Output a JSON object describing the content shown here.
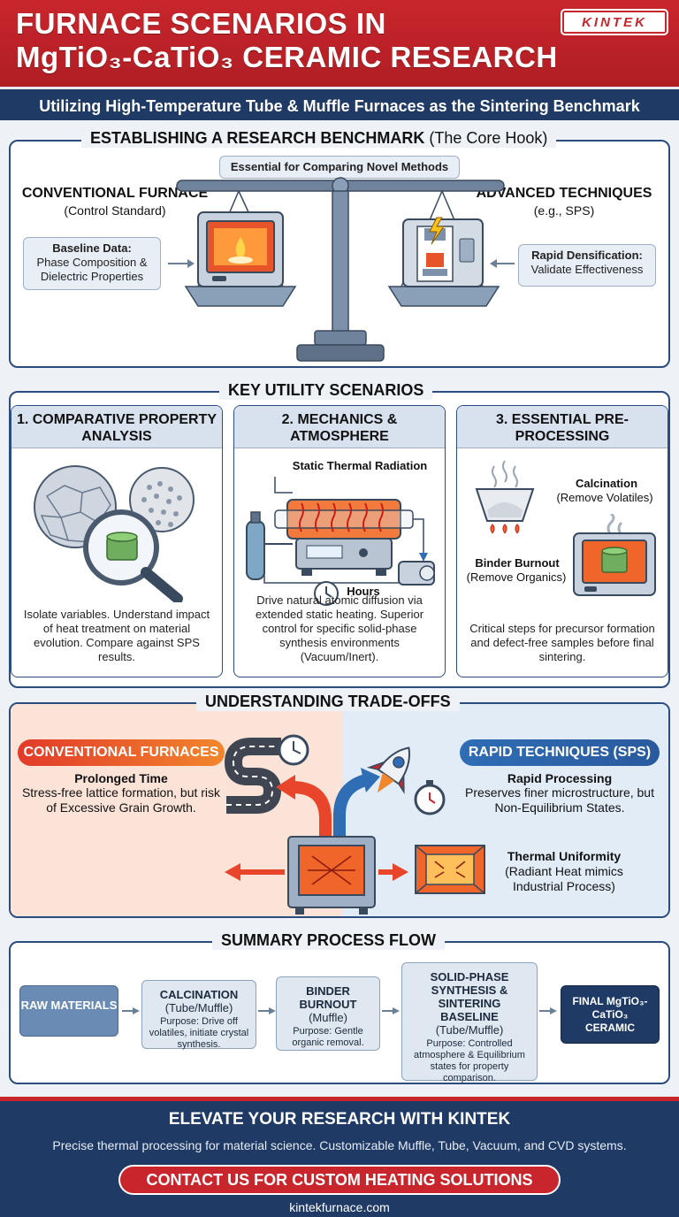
{
  "header": {
    "title_line1": "FURNACE SCENARIOS IN",
    "title_line2": "MgTiO₃-CaTiO₃ CERAMIC RESEARCH",
    "brand": "KINTEK",
    "subtitle": "Utilizing High-Temperature Tube & Muffle Furnaces as the Sintering Benchmark"
  },
  "benchmark": {
    "title": "ESTABLISHING A RESEARCH BENCHMARK",
    "title_note": "(The Core Hook)",
    "center_chip": "Essential for Comparing Novel Methods",
    "left_title": "CONVENTIONAL FURNACE",
    "left_sub": "(Control Standard)",
    "left_chip_title": "Baseline Data:",
    "left_chip_text": "Phase Composition & Dielectric Properties",
    "right_title": "ADVANCED TECHNIQUES",
    "right_sub": "(e.g., SPS)",
    "right_chip_title": "Rapid Densification:",
    "right_chip_text": "Validate Effectiveness"
  },
  "utility": {
    "title": "KEY UTILITY SCENARIOS",
    "columns": [
      {
        "head": "1. COMPARATIVE PROPERTY ANALYSIS",
        "text": "Isolate variables. Understand impact of heat treatment on material evolution. Compare against SPS results."
      },
      {
        "head": "2. MECHANICS & ATMOSPHERE",
        "label_radiation": "Static Thermal Radiation",
        "label_hours": "Hours",
        "text": "Drive natural atomic diffusion via extended static heating. Superior control for specific solid-phase synthesis environments (Vacuum/Inert)."
      },
      {
        "head": "3. ESSENTIAL PRE-PROCESSING",
        "label_calc": "Calcination",
        "label_calc_sub": "(Remove Volatiles)",
        "label_binder": "Binder Burnout",
        "label_binder_sub": "(Remove Organics)",
        "text": "Critical steps for precursor formation and defect-free samples before final sintering."
      }
    ]
  },
  "tradeoffs": {
    "title": "UNDERSTANDING TRADE-OFFS",
    "left_pill": "CONVENTIONAL FURNACES",
    "left_title": "Prolonged Time",
    "left_text": "Stress-free lattice formation, but risk of Excessive Grain Growth.",
    "right_pill": "RAPID TECHNIQUES (SPS)",
    "right_title": "Rapid Processing",
    "right_text": "Preserves finer microstructure, but Non-Equilibrium States.",
    "uniform_title": "Thermal Uniformity",
    "uniform_text": "(Radiant Heat mimics Industrial Process)"
  },
  "flow": {
    "title": "SUMMARY PROCESS FLOW",
    "steps": [
      {
        "title": "RAW MATERIALS",
        "sub": "",
        "purpose": ""
      },
      {
        "title": "CALCINATION",
        "sub": "(Tube/Muffle)",
        "purpose": "Purpose: Drive off volatiles, initiate crystal synthesis."
      },
      {
        "title": "BINDER BURNOUT",
        "sub": "(Muffle)",
        "purpose": "Purpose: Gentle organic removal."
      },
      {
        "title": "SOLID-PHASE SYNTHESIS & SINTERING BASELINE",
        "sub": "(Tube/Muffle)",
        "purpose": "Purpose: Controlled atmosphere & Equilibrium states for property comparison."
      },
      {
        "title": "FINAL MgTiO₃-CaTiO₃ CERAMIC",
        "sub": "",
        "purpose": ""
      }
    ]
  },
  "footer": {
    "title": "ELEVATE YOUR RESEARCH WITH KINTEK",
    "text": "Precise thermal processing for material science. Customizable Muffle, Tube, Vacuum, and CVD systems.",
    "cta": "CONTACT US FOR CUSTOM HEATING SOLUTIONS",
    "url": "kintekfurnace.com"
  },
  "colors": {
    "brand_red": "#c8262c",
    "navy": "#1f3a64",
    "conventional_orange": "#e8452a",
    "rapid_blue": "#2f6db5"
  }
}
